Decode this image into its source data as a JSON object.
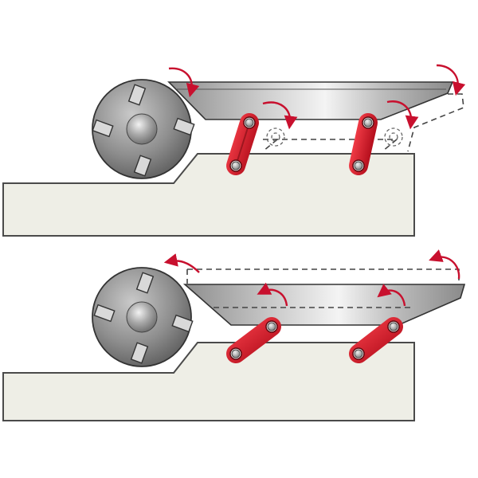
{
  "diagram": {
    "panels": [
      {
        "position": "top",
        "state": "blade-raised"
      },
      {
        "position": "bottom",
        "state": "blade-lowered"
      }
    ],
    "colors": {
      "link": "#d6192b",
      "arrow": "#c8102e",
      "base": "#eeeee6",
      "blade": "#b8b8b8",
      "drum": "#8c8c8c",
      "outline": "#333333"
    },
    "components": [
      "cutter-drum",
      "knife-insert",
      "blade",
      "swing-link",
      "pivot",
      "base-plate",
      "rotation-arrow"
    ]
  }
}
